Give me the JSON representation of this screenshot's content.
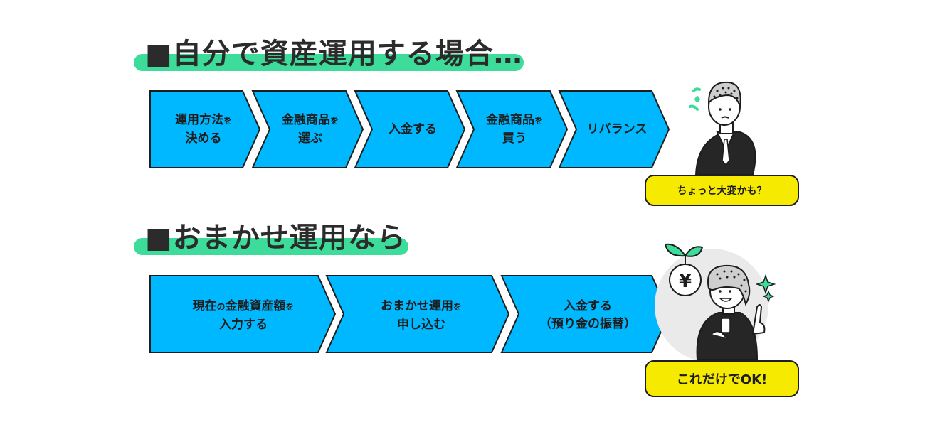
{
  "colors": {
    "step_fill": "#00b8ff",
    "step_stroke": "#1d1d1d",
    "title_band": "#3ddc9b",
    "bubble": "#f6ea00"
  },
  "section1": {
    "title": "■自分で資産運用する場合…",
    "steps": [
      {
        "line1": "運用方法",
        "line1_small": "を",
        "line2": "決める"
      },
      {
        "line1": "金融商品",
        "line1_small": "を",
        "line2": "選ぶ"
      },
      {
        "line1": "入金する",
        "line1_small": "",
        "line2": ""
      },
      {
        "line1": "金融商品",
        "line1_small": "を",
        "line2": "買う"
      },
      {
        "line1": "リバランス",
        "line1_small": "",
        "line2": ""
      }
    ],
    "bubble": "ちょっと大変かも？",
    "illustration_icon": "worried-man-icon"
  },
  "section2": {
    "title": "■おまかせ運用なら",
    "steps": [
      {
        "line1": "現在",
        "line1_small_mid": "の",
        "line1b": "金融資産額",
        "line1_small": "を",
        "line2": "入力する"
      },
      {
        "line1": "おまかせ運用",
        "line1_small_mid": "",
        "line1b": "",
        "line1_small": "を",
        "line2": "申し込む"
      },
      {
        "line1": "入金する",
        "line1_small_mid": "",
        "line1b": "",
        "line1_small": "",
        "line2": "（預り金の振替）"
      }
    ],
    "bubble": "これだけでOK!",
    "illustration_icon": "happy-woman-with-phone-icon",
    "coin_icon": "yen-sprout-coin-icon",
    "coin_symbol": "¥"
  }
}
